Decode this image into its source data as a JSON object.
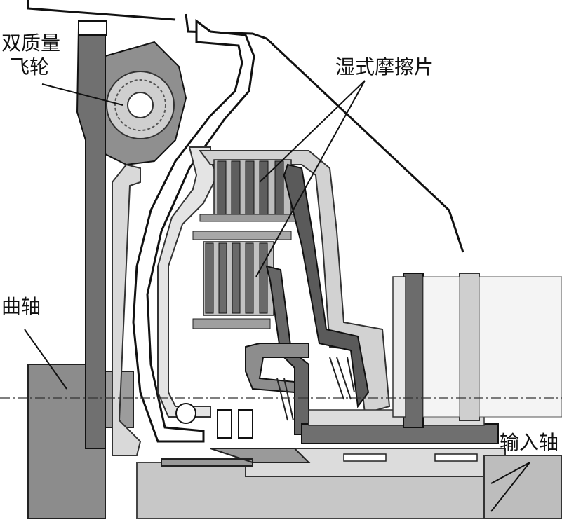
{
  "labels": {
    "dual_mass_flywheel_line1": "双质量",
    "dual_mass_flywheel_line2": "飞轮",
    "wet_friction_plates": "湿式摩擦片",
    "crankshaft": "曲轴",
    "input_shaft": "输入轴"
  },
  "colors": {
    "background": "#ffffff",
    "dark_gray": "#6e6e6e",
    "mid_gray": "#9a9a9a",
    "light_gray": "#cfcfcf",
    "outline": "#111111"
  }
}
